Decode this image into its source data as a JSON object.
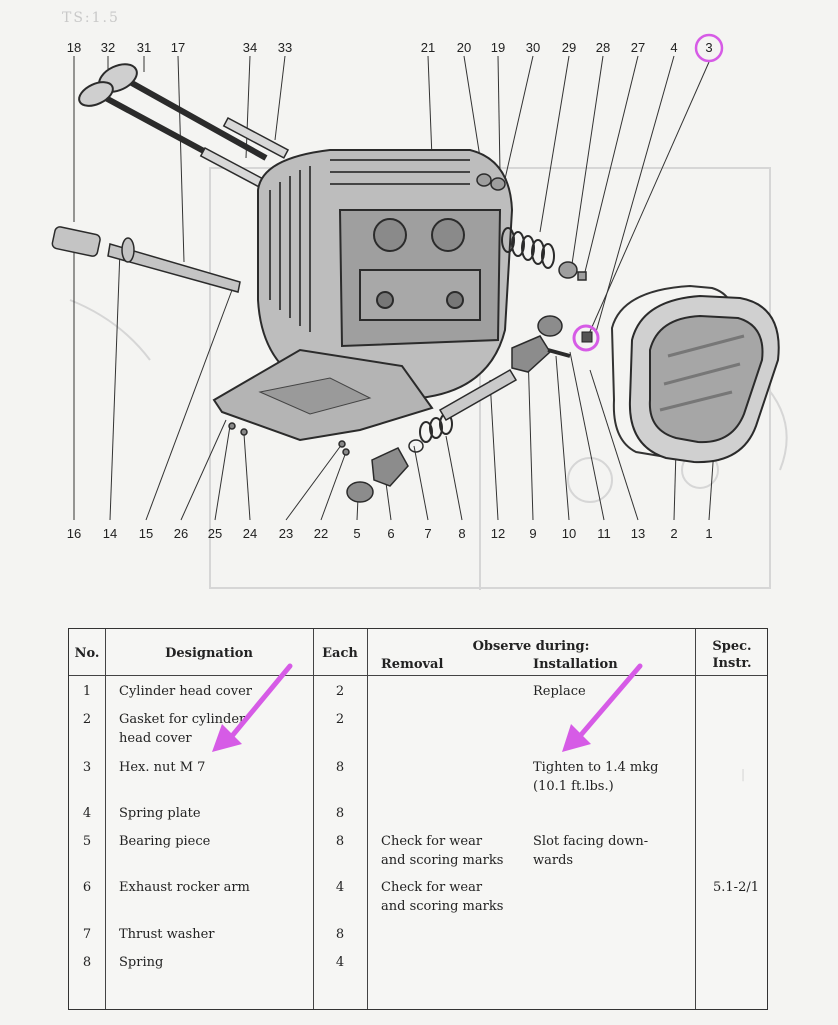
{
  "page": {
    "corner_code": "TS:1.5"
  },
  "colors": {
    "highlight": "#d65be6",
    "ink": "#222222",
    "paper": "#f4f4f2"
  },
  "diagram": {
    "callouts_top": [
      "18",
      "32",
      "31",
      "17",
      "34",
      "33",
      "21",
      "20",
      "19",
      "30",
      "29",
      "28",
      "27",
      "4",
      "3"
    ],
    "callouts_bottom": [
      "16",
      "14",
      "15",
      "26",
      "25",
      "24",
      "23",
      "22",
      "5",
      "6",
      "7",
      "8",
      "12",
      "9",
      "10",
      "11",
      "13",
      "2",
      "1"
    ],
    "highlighted_callout": "3"
  },
  "table": {
    "headers": {
      "no": "No.",
      "designation": "Designation",
      "each": "Each",
      "observe": "Observe during:",
      "removal": "Removal",
      "installation": "Installation",
      "spec_line1": "Spec.",
      "spec_line2": "Instr."
    },
    "rows": [
      {
        "no": "1",
        "designation": [
          "Cylinder head cover"
        ],
        "each": "2",
        "removal": [],
        "installation": [
          "Replace"
        ],
        "spec": ""
      },
      {
        "no": "2",
        "designation": [
          "Gasket for cylinder",
          "head cover"
        ],
        "each": "2",
        "removal": [],
        "installation": [],
        "spec": ""
      },
      {
        "no": "3",
        "designation": [
          "Hex. nut M 7"
        ],
        "each": "8",
        "removal": [],
        "installation": [
          "Tighten to 1.4 mkg",
          "(10.1 ft.lbs.)"
        ],
        "spec": ""
      },
      {
        "no": "4",
        "designation": [
          "Spring plate"
        ],
        "each": "8",
        "removal": [],
        "installation": [],
        "spec": ""
      },
      {
        "no": "5",
        "designation": [
          "Bearing piece"
        ],
        "each": "8",
        "removal": [
          "Check for wear",
          "and scoring marks"
        ],
        "installation": [
          "Slot facing down-",
          "wards"
        ],
        "spec": ""
      },
      {
        "no": "6",
        "designation": [
          "Exhaust rocker arm"
        ],
        "each": "4",
        "removal": [
          "Check for wear",
          "and scoring marks"
        ],
        "installation": [],
        "spec": "5.1-2/1"
      },
      {
        "no": "7",
        "designation": [
          "Thrust washer"
        ],
        "each": "8",
        "removal": [],
        "installation": [],
        "spec": ""
      },
      {
        "no": "8",
        "designation": [
          "Spring"
        ],
        "each": "4",
        "removal": [],
        "installation": [],
        "spec": ""
      }
    ]
  }
}
